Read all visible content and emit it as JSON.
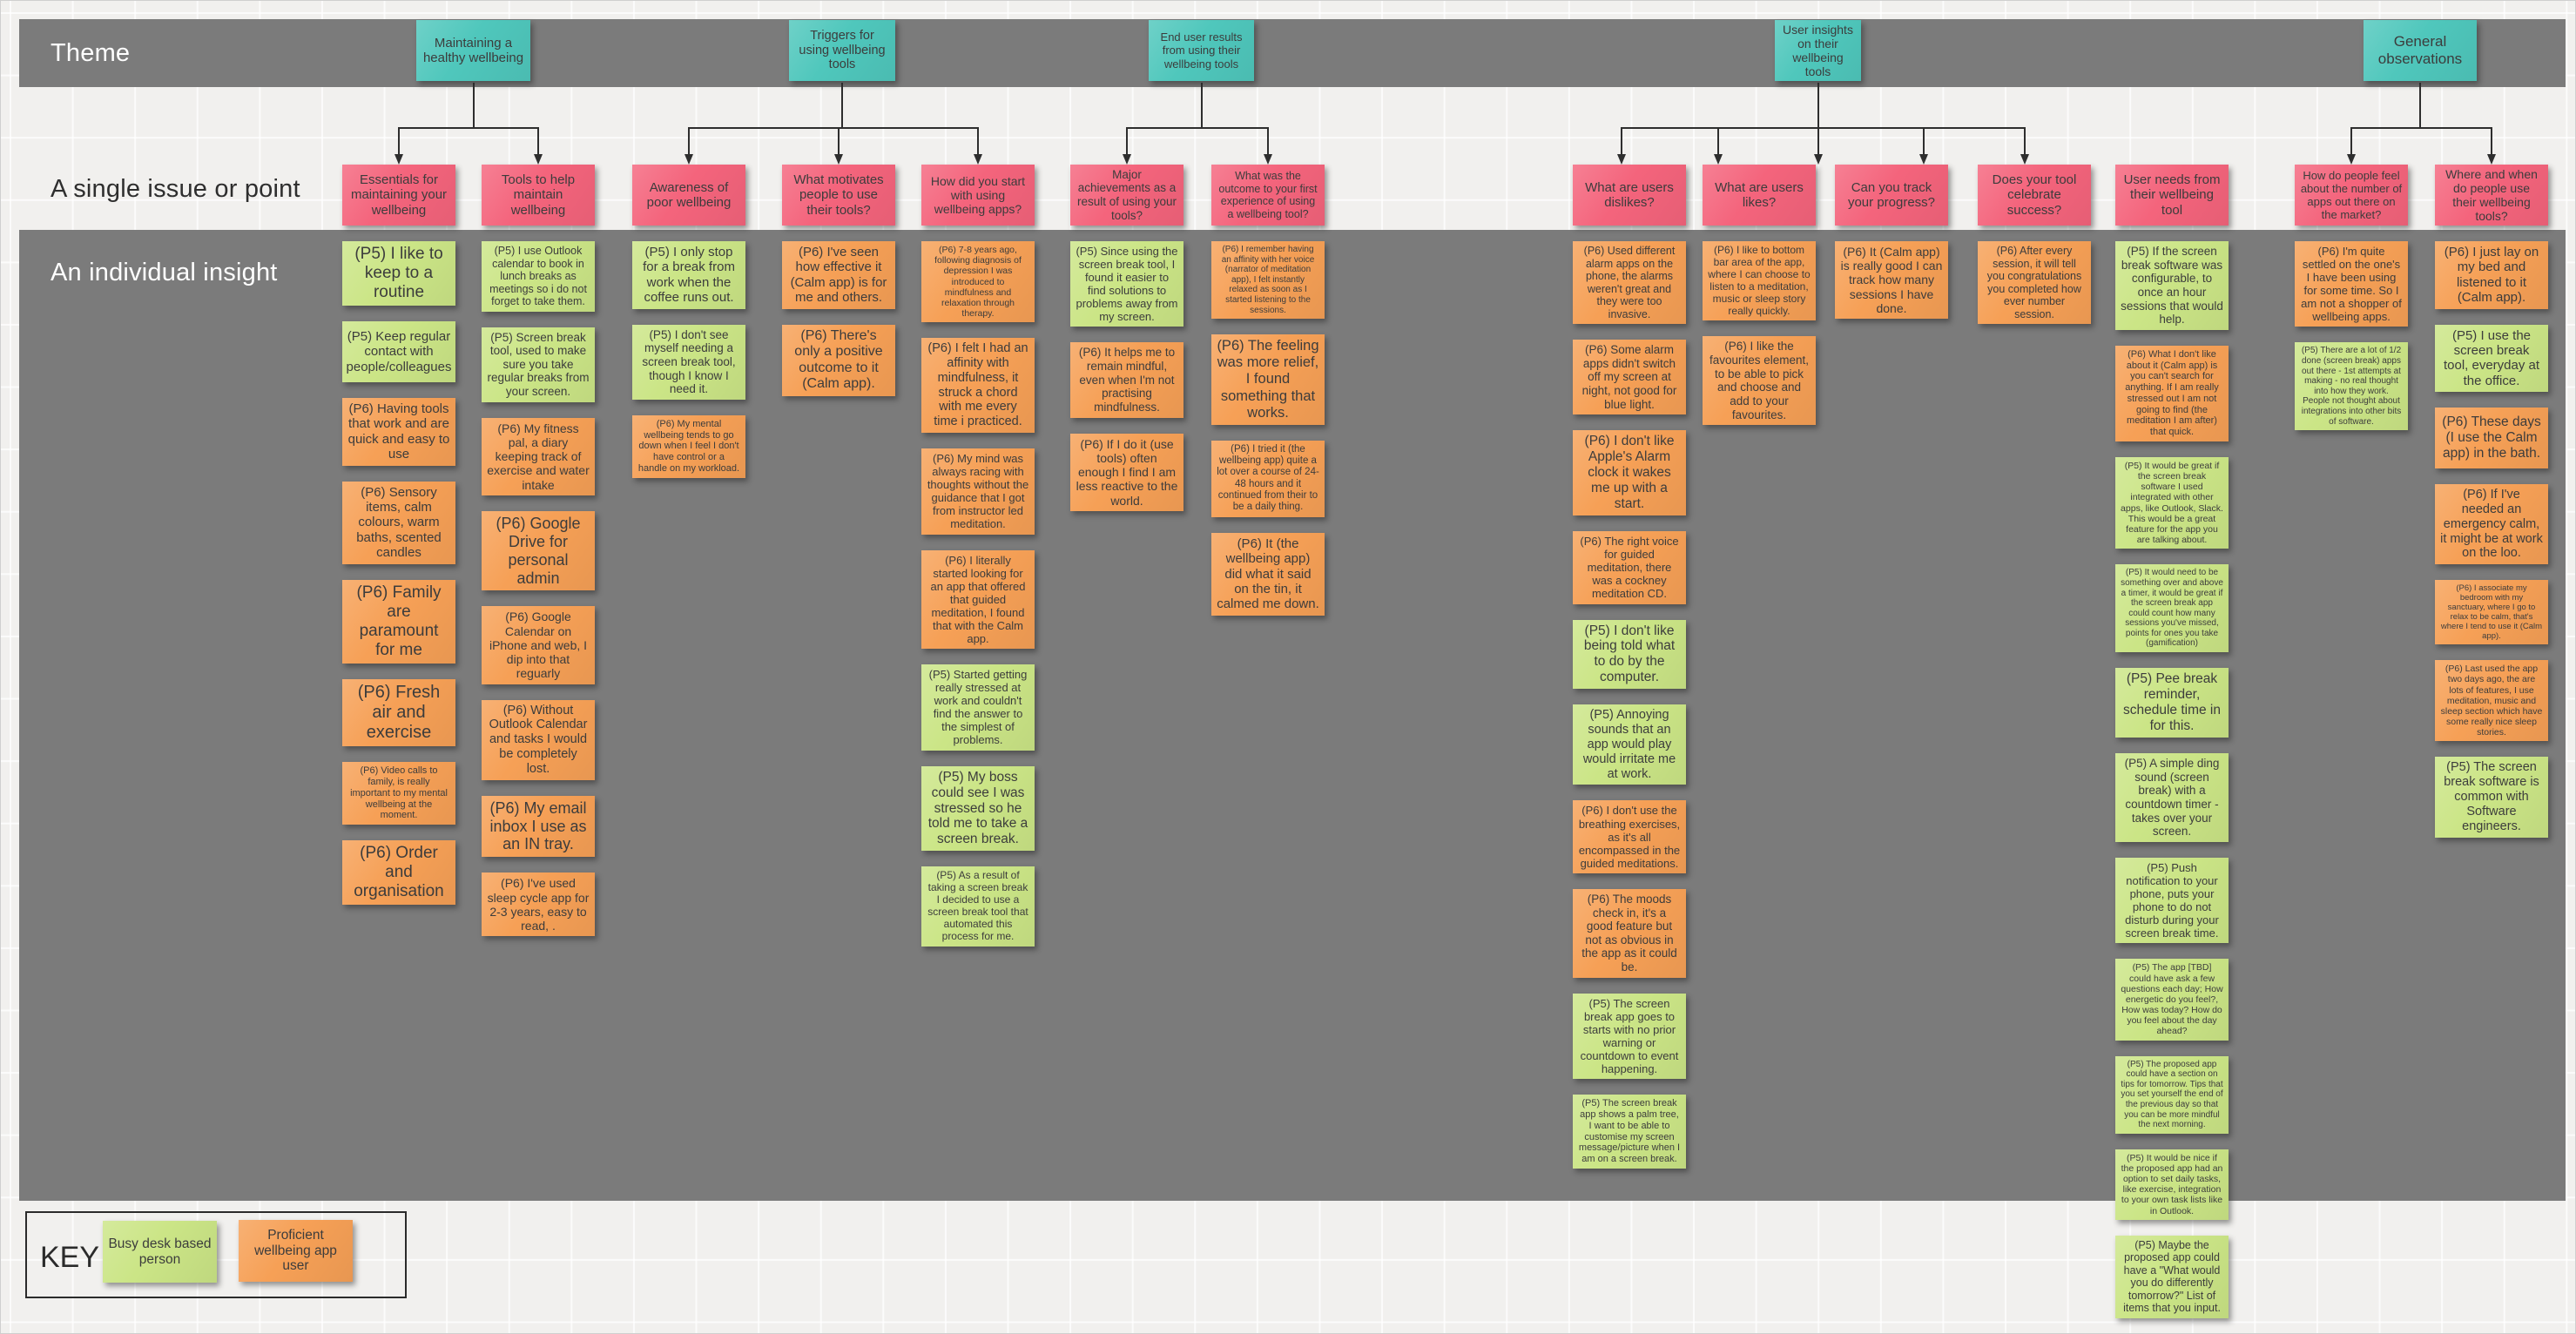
{
  "rows": [
    {
      "label": "Theme"
    },
    {
      "label": "A single issue or point"
    },
    {
      "label": "An individual insight"
    }
  ],
  "palette": {
    "theme_teal": "#4fc7bc",
    "issue_pink": "#f4647c",
    "busy_desk_green": "#cbe586",
    "proficient_orange": "#f6a056",
    "band_gray": "#7b7b7b",
    "canvas": "#f1f0ee",
    "connector": "#2e2e2e"
  },
  "themes": [
    {
      "label": "Maintaining a healthy wellbeing",
      "fs": 15
    },
    {
      "label": "Triggers for using wellbeing tools",
      "fs": 14.5
    },
    {
      "label": "End user results from using their wellbeing tools",
      "fs": 13
    },
    {
      "label": "User insights on their wellbeing tools",
      "fs": 14
    },
    {
      "label": "General observations",
      "fs": 17
    }
  ],
  "columns": [
    {
      "header": "Essentials for maintaining your wellbeing",
      "hfs": 15,
      "notes": [
        {
          "c": "green",
          "fs": 19,
          "t": "(P5) I like to keep to a routine"
        },
        {
          "c": "green",
          "fs": 15,
          "t": "(P5) Keep regular contact with people/colleagues"
        },
        {
          "c": "orange",
          "fs": 15,
          "t": "(P6) Having tools that work and are quick and easy to use"
        },
        {
          "c": "orange",
          "fs": 15,
          "t": "(P6) Sensory items, calm colours, warm baths, scented candles"
        },
        {
          "c": "orange",
          "fs": 19,
          "t": "(P6) Family are paramount for me"
        },
        {
          "c": "orange",
          "fs": 20,
          "t": "(P6) Fresh air and exercise"
        },
        {
          "c": "orange",
          "fs": 11,
          "t": "(P6) Video calls to family, is really important to my mental wellbeing at the moment."
        },
        {
          "c": "orange",
          "fs": 19,
          "t": "(P6) Order and organisation"
        }
      ]
    },
    {
      "header": "Tools to help maintain wellbeing",
      "hfs": 15,
      "notes": [
        {
          "c": "green",
          "fs": 12.5,
          "t": "(P5) I use Outlook calendar to book in lunch breaks as meetings so i do not forget to take them."
        },
        {
          "c": "green",
          "fs": 13.5,
          "t": "(P5) Screen break tool, used to make sure you take regular breaks from your screen."
        },
        {
          "c": "orange",
          "fs": 14,
          "t": "(P6) My fitness pal, a diary keeping track of exercise and water intake"
        },
        {
          "c": "orange",
          "fs": 18,
          "t": "(P6) Google Drive for personal admin"
        },
        {
          "c": "orange",
          "fs": 14,
          "t": "(P6) Google Calendar on iPhone and web, I dip into that reguarly"
        },
        {
          "c": "orange",
          "fs": 14.5,
          "t": "(P6) Without Outlook Calendar and tasks I would be completely lost."
        },
        {
          "c": "orange",
          "fs": 18,
          "t": "(P6) My email inbox I use as an IN tray."
        },
        {
          "c": "orange",
          "fs": 14,
          "t": "(P6) I've used sleep cycle app for 2-3 years, easy to read, ."
        }
      ]
    },
    {
      "header": "Awareness of poor wellbeing",
      "hfs": 15,
      "notes": [
        {
          "c": "green",
          "fs": 15,
          "t": "(P5) I only stop for a break from work when the coffee runs out."
        },
        {
          "c": "green",
          "fs": 13.5,
          "t": "(P5) I don't see myself needing a screen break tool, though I know I need it."
        },
        {
          "c": "orange",
          "fs": 11,
          "t": "(P6) My mental wellbeing tends to go down when I feel I don't have control or a handle on my workload."
        }
      ]
    },
    {
      "header": "What motivates people to use their tools?",
      "hfs": 15,
      "notes": [
        {
          "c": "orange",
          "fs": 15,
          "t": "(P6) I've seen how effective it (Calm app) is for me and others."
        },
        {
          "c": "orange",
          "fs": 16,
          "t": "(P6) There's only a positive outcome to it (Calm app)."
        }
      ]
    },
    {
      "header": "How did you start with using wellbeing apps?",
      "hfs": 14,
      "notes": [
        {
          "c": "orange",
          "fs": 10.5,
          "t": "(P6) 7-8 years ago, following diagnosis of depression I was introduced to mindfulness and relaxation through therapy."
        },
        {
          "c": "orange",
          "fs": 14.5,
          "t": "(P6) I felt I had an affinity with mindfulness, it struck a chord with me every time i practiced."
        },
        {
          "c": "orange",
          "fs": 13,
          "t": "(P6) My mind was always racing with thoughts without the guidance that I got from instructor led meditation."
        },
        {
          "c": "orange",
          "fs": 13,
          "t": "(P6) I literally started looking for an app that offered that guided meditation, I found that with the Calm app."
        },
        {
          "c": "green",
          "fs": 13,
          "t": "(P5) Started getting really stressed at work and couldn't find the answer to the simplest of problems."
        },
        {
          "c": "green",
          "fs": 15.5,
          "t": "(P5) My boss could see I was stressed so he told me to take a screen break."
        },
        {
          "c": "green",
          "fs": 12,
          "t": "(P5) As a result of taking a screen break I decided to use a screen break tool that automated this process for me."
        }
      ]
    },
    {
      "header": "Major achievements as a result of using your tools?",
      "hfs": 13.5,
      "notes": [
        {
          "c": "green",
          "fs": 13,
          "t": "(P5) Since using the screen break tool, I found it easier to find solutions to problems away from my screen."
        },
        {
          "c": "orange",
          "fs": 13.5,
          "t": "(P6) It helps me to remain mindful, even when I'm not practising mindfulness."
        },
        {
          "c": "orange",
          "fs": 14,
          "t": "(P6) If I do it (use tools) often enough I find I am less reactive to the world."
        }
      ]
    },
    {
      "header": "What was the outcome to your first experience of using a wellbeing tool?",
      "hfs": 12.5,
      "notes": [
        {
          "c": "orange",
          "fs": 10,
          "t": "(P6) I remember having an affinity with her voice (narrator of meditation app), I felt instantly relaxed as soon as I started listening to the sessions."
        },
        {
          "c": "orange",
          "fs": 16.5,
          "t": "(P6) The feeling was more relief, I found something that works."
        },
        {
          "c": "orange",
          "fs": 11.5,
          "t": "(P6) I tried it (the wellbeing app) quite a lot over a course of 24-48 hours and it continued from their to be a daily thing."
        },
        {
          "c": "orange",
          "fs": 15,
          "t": "(P6) It (the wellbeing app) did what it said on the tin, it calmed me down."
        }
      ]
    },
    {
      "header": "What are users dislikes?",
      "hfs": 15,
      "notes": [
        {
          "c": "orange",
          "fs": 12.5,
          "t": "(P6) Used different alarm apps on the phone, the alarms weren't great and they were too invasive."
        },
        {
          "c": "orange",
          "fs": 13.5,
          "t": "(P6) Some alarm apps didn't switch off my screen at night, not good for blue light."
        },
        {
          "c": "orange",
          "fs": 15.5,
          "t": "(P6) I don't like Apple's Alarm clock it wakes me up with a start."
        },
        {
          "c": "orange",
          "fs": 13,
          "t": "(P6) The right voice for guided meditation, there was a cockney meditation CD."
        },
        {
          "c": "green",
          "fs": 15.5,
          "t": "(P5) I don't like being told what to do by the computer."
        },
        {
          "c": "green",
          "fs": 14.5,
          "t": "(P5) Annoying sounds that an app would play would irritate me at work."
        },
        {
          "c": "orange",
          "fs": 13,
          "t": "(P6) I don't use the breathing exercises, as it's all encompassed in the guided meditations."
        },
        {
          "c": "orange",
          "fs": 13.5,
          "t": "(P6) The moods check in, it's a good feature but not as obvious in the app as it could be."
        },
        {
          "c": "green",
          "fs": 13,
          "t": "(P5) The screen break app goes to starts with no prior warning or countdown to event happening."
        },
        {
          "c": "green",
          "fs": 11,
          "t": "(P5) The screen break app shows a palm tree, I want to be able to customise my screen message/picture when I am on a screen break."
        }
      ]
    },
    {
      "header": "What are users likes?",
      "hfs": 15,
      "notes": [
        {
          "c": "orange",
          "fs": 12,
          "t": "(P6) I like to bottom bar area of the app, where I can choose to listen to a meditation, music or sleep story really quickly."
        },
        {
          "c": "orange",
          "fs": 13.5,
          "t": "(P6) I like the favourites element, to be able to pick and choose and add to your favourites."
        }
      ]
    },
    {
      "header": "Can you track your progress?",
      "hfs": 15,
      "notes": [
        {
          "c": "orange",
          "fs": 14,
          "t": "(P6) It (Calm app) is really good I can track how many sessions I have done."
        }
      ]
    },
    {
      "header": "Does your tool celebrate success?",
      "hfs": 15,
      "notes": [
        {
          "c": "orange",
          "fs": 12.5,
          "t": "(P6) After every session, it will tell you congratulations you completed  how ever number session."
        }
      ]
    },
    {
      "header": "User needs from their wellbeing tool",
      "hfs": 15,
      "notes": [
        {
          "c": "green",
          "fs": 13.5,
          "t": "(P5) If the screen break software was configurable, to once an hour sessions that would help."
        },
        {
          "c": "orange",
          "fs": 11,
          "t": "(P6) What I don't like about it (Calm app) is you can't search for anything. If I am really stressed out I am not going to find (the meditation I am after) that quick."
        },
        {
          "c": "green",
          "fs": 10.5,
          "t": "(P5) It would be great if the screen break software I used integrated with other apps, like Outlook, Slack. This would be a great feature for the app you are talking about."
        },
        {
          "c": "green",
          "fs": 10,
          "t": "(P5) It would need to be something over and above a timer, it would be great if the screen break app could count how many sessions you've missed, points for ones you take (gamification)"
        },
        {
          "c": "green",
          "fs": 15.5,
          "t": "(P5) Pee break reminder, schedule time in for this."
        },
        {
          "c": "green",
          "fs": 13.5,
          "t": "(P5) A simple ding sound (screen break) with a countdown timer - takes over your screen."
        },
        {
          "c": "green",
          "fs": 13,
          "t": "(P5) Push notification to your phone, puts your phone to do not disturb during your screen break time."
        },
        {
          "c": "green",
          "fs": 10.5,
          "t": "(P5) The app [TBD] could have ask a few questions each day; How energetic do you feel?, How was today? How do you feel about the day ahead?"
        },
        {
          "c": "green",
          "fs": 10,
          "t": "(P5) The proposed app could have a section on tips for tomorrow. Tips that you set yourself the end of the previous day so that you can be more mindful the next morning."
        },
        {
          "c": "green",
          "fs": 10.5,
          "t": "(P5) It would be nice if the proposed app had an option to set daily tasks, like exercise, integration to your own task lists like in Outlook."
        },
        {
          "c": "green",
          "fs": 12.5,
          "t": "(P5) Maybe the proposed app could have a \"What would you do differently tomorrow?\" List of items that you input."
        }
      ]
    },
    {
      "header": "How do people feel about the number of apps out there on the market?",
      "hfs": 13,
      "notes": [
        {
          "c": "orange",
          "fs": 13,
          "t": "(P6) I'm quite settled on the one's I have been using for some time. So I am not a shopper of wellbeing apps."
        },
        {
          "c": "green",
          "fs": 10,
          "t": "(P5) There are a lot of 1/2 done (screen break) apps out there - 1st attempts at making - no real thought into how they work. People not thought about integrations into other bits of software."
        }
      ]
    },
    {
      "header": "Where and when do people use their wellbeing tools?",
      "hfs": 14,
      "notes": [
        {
          "c": "orange",
          "fs": 15,
          "t": "(P6) I just lay on my bed and listened to it (Calm app)."
        },
        {
          "c": "green",
          "fs": 15,
          "t": "(P5) I use the screen break tool, everyday at the office."
        },
        {
          "c": "orange",
          "fs": 15.5,
          "t": "(P6) These days (I use the Calm app) in the bath."
        },
        {
          "c": "orange",
          "fs": 14.5,
          "t": "(P6) If I've needed an emergency calm, it might be at work on the loo."
        },
        {
          "c": "orange",
          "fs": 9.5,
          "t": "(P6) I associate my bedroom with my sanctuary, where I go to relax to be calm, that's where I tend to use it (Calm app)."
        },
        {
          "c": "orange",
          "fs": 10.5,
          "t": "(P6) Last used the app two days ago, the are lots of features, I use meditation, music and sleep section which have some really nice sleep stories."
        },
        {
          "c": "green",
          "fs": 14.5,
          "t": "(P5) The screen break software is common with Software engineers."
        }
      ]
    }
  ],
  "key": {
    "label": "KEY",
    "items": [
      {
        "c": "green",
        "label": "Busy desk based person"
      },
      {
        "c": "orange",
        "label": "Proficient wellbeing app user"
      }
    ]
  }
}
